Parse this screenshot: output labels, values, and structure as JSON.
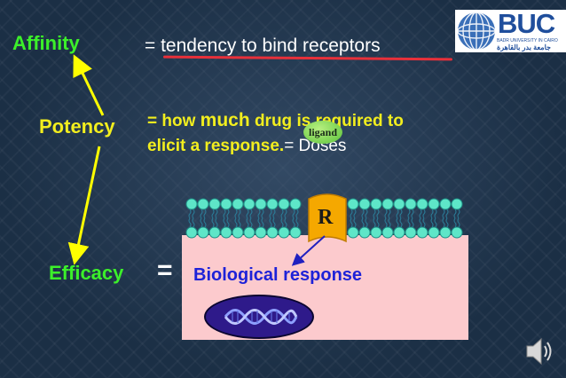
{
  "labels": {
    "affinity": "Affinity",
    "potency": "Potency",
    "efficacy": "Efficacy"
  },
  "affinity_definition": "= tendency to bind receptors",
  "potency_definition": {
    "prefix": "= how ",
    "emphasis": "much",
    "rest": " drug is required to",
    "line2": "elicit a response.",
    "doses": "= Doses"
  },
  "ligand_label": "ligand",
  "receptor_label": "R",
  "equals_sign": "=",
  "biological_response": "Biological response",
  "logo": {
    "name": "BUC",
    "subtitle": "BADR UNIVERSITY IN CAIRO",
    "arabic": "جامعة بدر بالقاهرة"
  },
  "colors": {
    "background": "#1b2f45",
    "green_text": "#3cf02a",
    "yellow_text": "#f2ee1e",
    "blue_text": "#1e22d8",
    "cell_fill": "#fccacd",
    "arrow": "#ffff00",
    "underline": "#e8303a",
    "receptor_fill": "#f5a800"
  },
  "icons": {
    "audio": "speaker-icon",
    "logo": "globe-icon"
  }
}
